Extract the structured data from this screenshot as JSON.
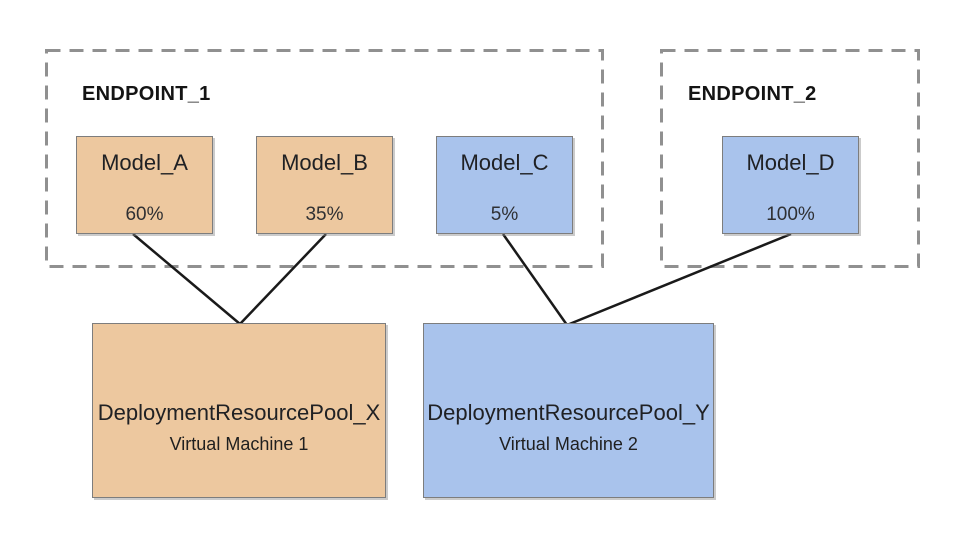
{
  "diagram": {
    "endpoints": [
      {
        "label": "ENDPOINT_1"
      },
      {
        "label": "ENDPOINT_2"
      }
    ],
    "models": [
      {
        "name": "Model_A",
        "traffic_split": "60%",
        "endpoint": "ENDPOINT_1",
        "connects_to": "DeploymentResourcePool_X"
      },
      {
        "name": "Model_B",
        "traffic_split": "35%",
        "endpoint": "ENDPOINT_1",
        "connects_to": "DeploymentResourcePool_X"
      },
      {
        "name": "Model_C",
        "traffic_split": "5%",
        "endpoint": "ENDPOINT_1",
        "connects_to": "DeploymentResourcePool_Y"
      },
      {
        "name": "Model_D",
        "traffic_split": "100%",
        "endpoint": "ENDPOINT_2",
        "connects_to": "DeploymentResourcePool_Y"
      }
    ],
    "pools": [
      {
        "name": "DeploymentResourcePool_X",
        "machine": "Virtual Machine 1"
      },
      {
        "name": "DeploymentResourcePool_Y",
        "machine": "Virtual Machine 2"
      }
    ],
    "colors": {
      "orange_fill": "#edc89f",
      "blue_fill": "#a9c3ec",
      "box_border": "#7d7d7d",
      "dashed_border": "#909090",
      "connector": "#1a1a1a"
    }
  }
}
